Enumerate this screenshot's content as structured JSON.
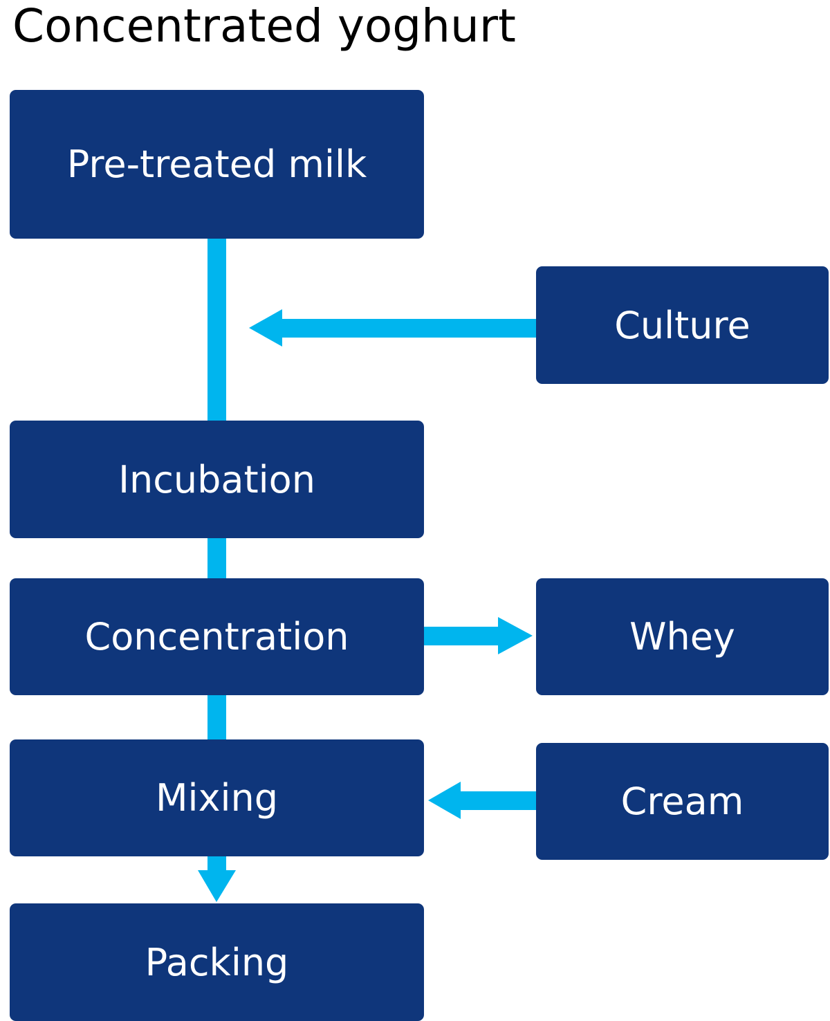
{
  "title": "Concentrated yoghurt",
  "colors": {
    "box_fill": "#0f367b",
    "box_text": "#ffffff",
    "connector": "#00b5ee",
    "title_text": "#000000"
  },
  "nodes": {
    "pretreated_milk": "Pre-treated milk",
    "culture": "Culture",
    "incubation": "Incubation",
    "concentration": "Concentration",
    "whey": "Whey",
    "mixing": "Mixing",
    "cream": "Cream",
    "packing": "Packing"
  },
  "edges": [
    {
      "from": "pretreated_milk",
      "to": "incubation"
    },
    {
      "from": "culture",
      "to": "pretreated_milk-incubation line"
    },
    {
      "from": "incubation",
      "to": "concentration"
    },
    {
      "from": "concentration",
      "to": "whey"
    },
    {
      "from": "concentration",
      "to": "mixing"
    },
    {
      "from": "cream",
      "to": "mixing"
    },
    {
      "from": "mixing",
      "to": "packing"
    }
  ]
}
